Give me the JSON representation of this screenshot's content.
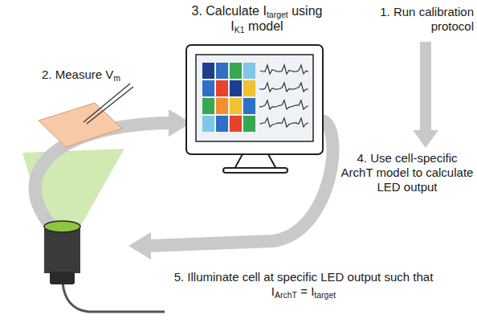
{
  "diagram": {
    "labels": [
      "1. Run calibration protocol",
      "2. Measure Vm",
      "3. Calculate Itarget using IK1 model",
      "4. Use cell-specific ArchT model to calculate LED output",
      "5. Illuminate cell at specific LED output such that IArchT = Itarget"
    ]
  }
}
